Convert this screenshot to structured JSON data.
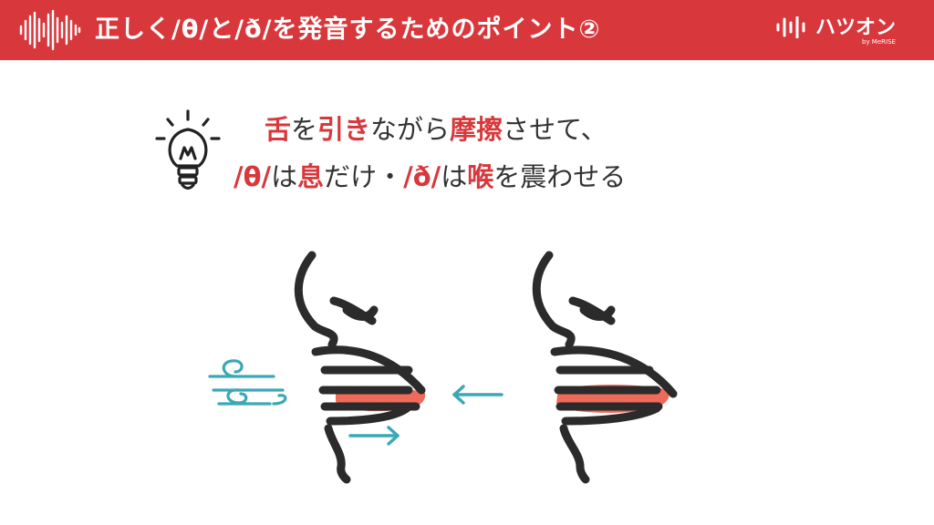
{
  "header": {
    "title": "正しく/θ/と/ð/を発音するためのポイント②",
    "background": "#d8383c"
  },
  "logo": {
    "name": "ハツオン",
    "sub": "by MeRISE"
  },
  "tip": {
    "icon": "lightbulb-icon",
    "line1": [
      {
        "text": "舌",
        "hl": true
      },
      {
        "text": "を",
        "hl": false
      },
      {
        "text": "引き",
        "hl": true
      },
      {
        "text": "ながら",
        "hl": false
      },
      {
        "text": "摩擦",
        "hl": true
      },
      {
        "text": "させて、",
        "hl": false
      }
    ],
    "line2": [
      {
        "text": "/θ/",
        "hl": true
      },
      {
        "text": "は",
        "hl": false
      },
      {
        "text": "息",
        "hl": true
      },
      {
        "text": "だけ・",
        "hl": false
      },
      {
        "text": "/ð/",
        "hl": true
      },
      {
        "text": "は",
        "hl": false
      },
      {
        "text": "喉",
        "hl": true
      },
      {
        "text": "を震わせる",
        "hl": false
      }
    ]
  },
  "colors": {
    "accent": "#d8383c",
    "arrow": "#3aa9b5",
    "tongue": "#ee6a5a",
    "outline": "#2b2b2b"
  }
}
